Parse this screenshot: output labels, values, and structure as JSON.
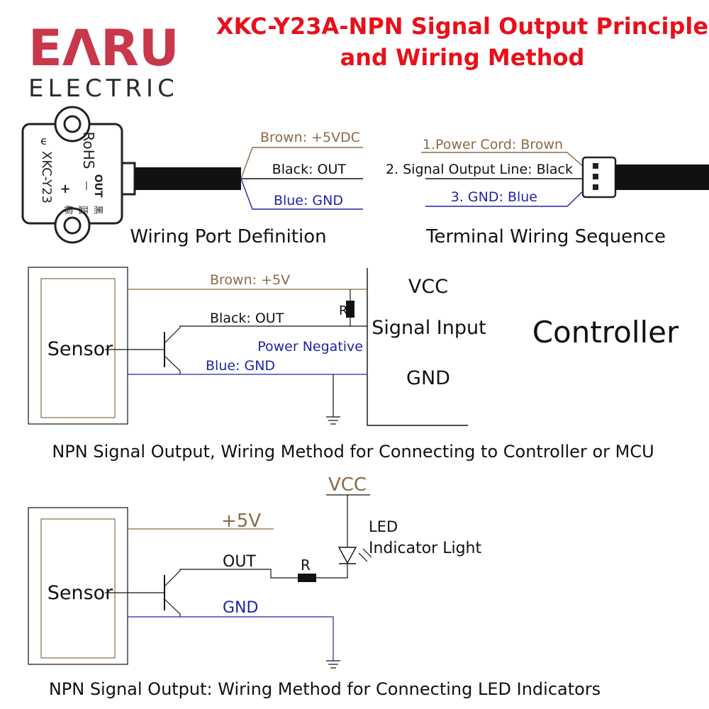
{
  "brand": {
    "logo_main": "EΛRU",
    "logo_sub": "ELECTRIC"
  },
  "title": {
    "line1": "XKC-Y23A-NPN Signal Output Principle",
    "line2": "and Wiring Method"
  },
  "sensor_body": {
    "model": "XKC-Y23",
    "rohs": "RoHS",
    "pin_plus": "+",
    "pin_minus": "—",
    "pin_out": "OUT",
    "pin_colors": [
      "棕",
      "蓝",
      "黑"
    ]
  },
  "wiring_port": {
    "brown_label": "Brown: +5VDC",
    "black_label": "Black:  OUT",
    "blue_label": "Blue: GND",
    "caption": "Wiring Port Definition"
  },
  "terminal": {
    "power_label": "1.Power Cord: Brown",
    "signal_label": "2. Signal Output Line: Black",
    "gnd_label": "3. GND: Blue",
    "caption": "Terminal Wiring Sequence"
  },
  "controller_diagram": {
    "sensor_label": "Sensor",
    "brown_label": "Brown: +5V",
    "black_label": "Black:  OUT",
    "power_negative_label": "Power Negative",
    "blue_label": "Blue: GND",
    "resistor_label": "R",
    "vcc_label": "VCC",
    "signal_input_label": "Signal Input",
    "gnd_label": "GND",
    "controller_label": "Controller",
    "caption": "NPN Signal Output, Wiring Method for Connecting to Controller or MCU"
  },
  "led_diagram": {
    "sensor_label": "Sensor",
    "plus5v_label": "+5V",
    "out_label": "OUT",
    "gnd_label": "GND",
    "resistor_label": "R",
    "vcc_label": "VCC",
    "led_label": "LED",
    "indicator_label": "Indicator Light",
    "caption": "NPN Signal Output: Wiring Method for Connecting LED Indicators"
  },
  "colors": {
    "brand_red": "#c8374a",
    "brand_dark": "#2b2b2b",
    "title_red": "#e8101a",
    "brown": "#8a6a4a",
    "blue": "#1f24a6",
    "black": "#111111"
  }
}
